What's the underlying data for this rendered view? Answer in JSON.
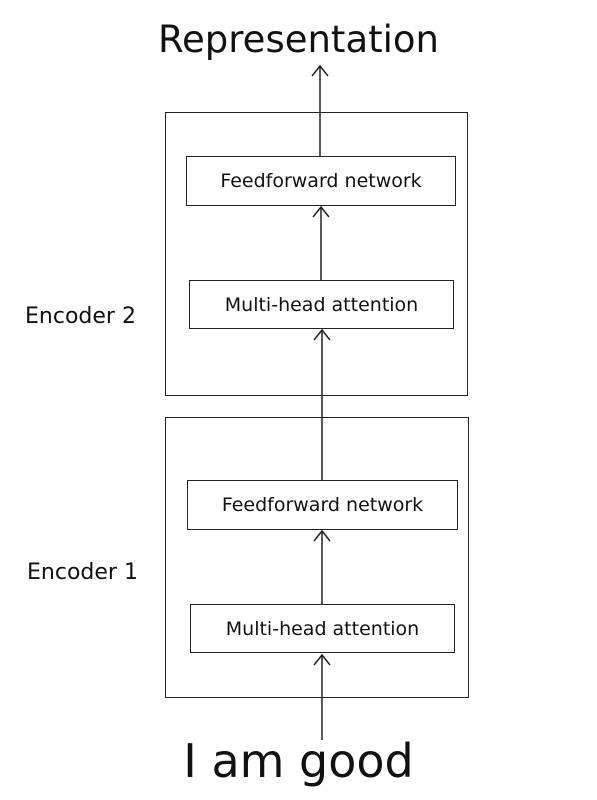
{
  "diagram": {
    "output_label": "Representation",
    "input_label": "I am good",
    "encoders": [
      {
        "name": "Encoder 1",
        "layers": [
          "Multi-head attention",
          "Feedforward network"
        ]
      },
      {
        "name": "Encoder 2",
        "layers": [
          "Multi-head attention",
          "Feedforward network"
        ]
      }
    ]
  }
}
